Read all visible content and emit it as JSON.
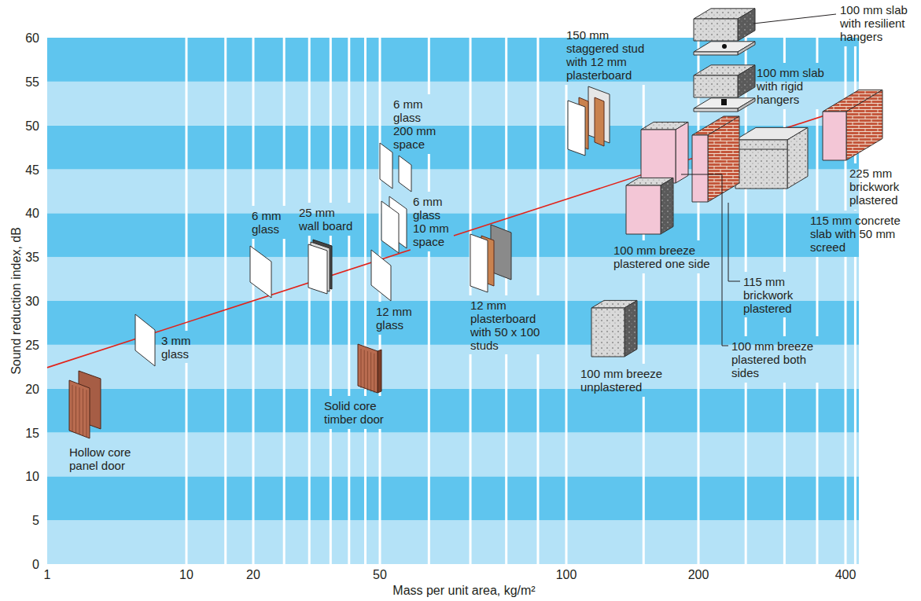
{
  "diagram": {
    "labels": [
      "Hollow core panel door",
      "3 mm glass",
      "6 mm glass",
      "25 mm wall board",
      "Solid core timber door",
      "12 mm glass",
      "6 mm glass 10 mm space",
      "6 mm glass 200 mm space",
      "12 mm plasterboard with 50 x 100 studs",
      "150 mm staggered stud with 12 mm plasterboard",
      "100 mm breeze unplastered",
      "100 mm breeze plastered one side",
      "100 mm breeze plastered both sides",
      "115 mm brickwork plastered",
      "115 mm concrete slab with 50 mm screed",
      "100 mm slab with resilient hangers",
      "100 mm slab with rigid hangers",
      "225 mm brickwork plastered",
      "0",
      "5",
      "10",
      "15",
      "20",
      "25",
      "30",
      "35",
      "40",
      "45",
      "50",
      "55",
      "60",
      "1",
      "10",
      "20",
      "50",
      "100",
      "200",
      "400",
      "Sound reduction index, dB",
      "Mass per unit area, kg/m²"
    ]
  }
}
